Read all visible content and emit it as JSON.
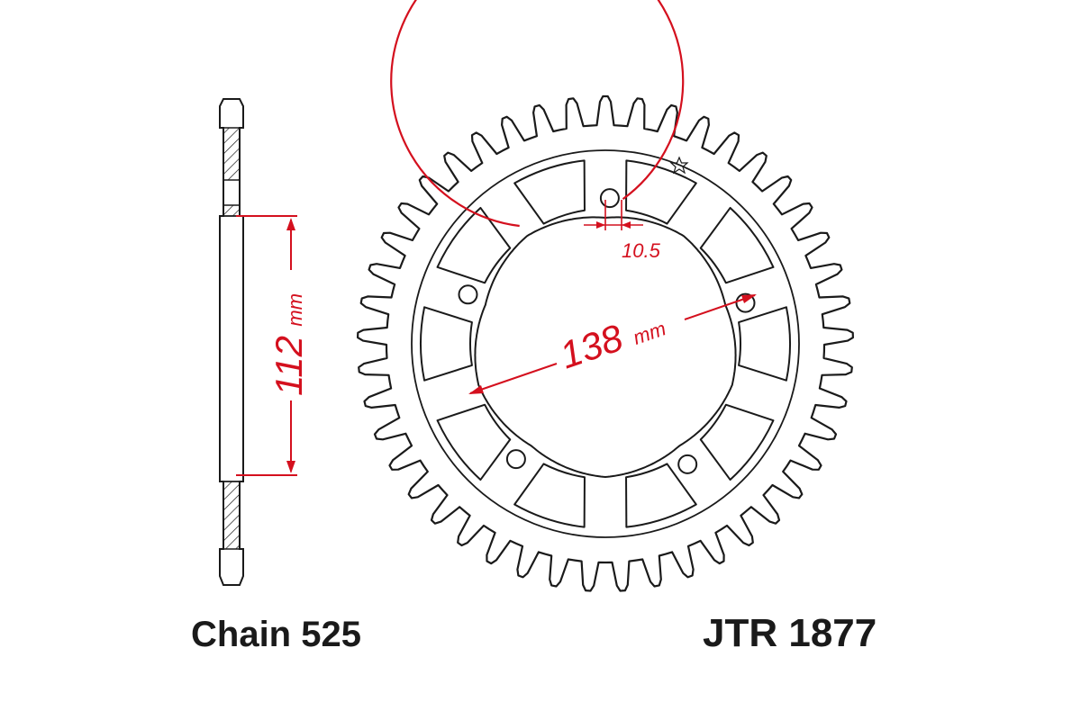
{
  "colors": {
    "outline": "#1a1a1a",
    "dimension": "#d4101e",
    "background": "#ffffff"
  },
  "sprocket": {
    "tooth_count": 45,
    "bolt_hole_count": 5,
    "lightening_slot_count": 10
  },
  "dimensions": {
    "pitch_circle_value": "138",
    "pitch_circle_unit": "mm",
    "bolt_hole_diameter": "10.5",
    "side_height_value": "112",
    "side_height_unit": "mm"
  },
  "labels": {
    "chain": "Chain 525",
    "part_number": "JTR 1877"
  }
}
